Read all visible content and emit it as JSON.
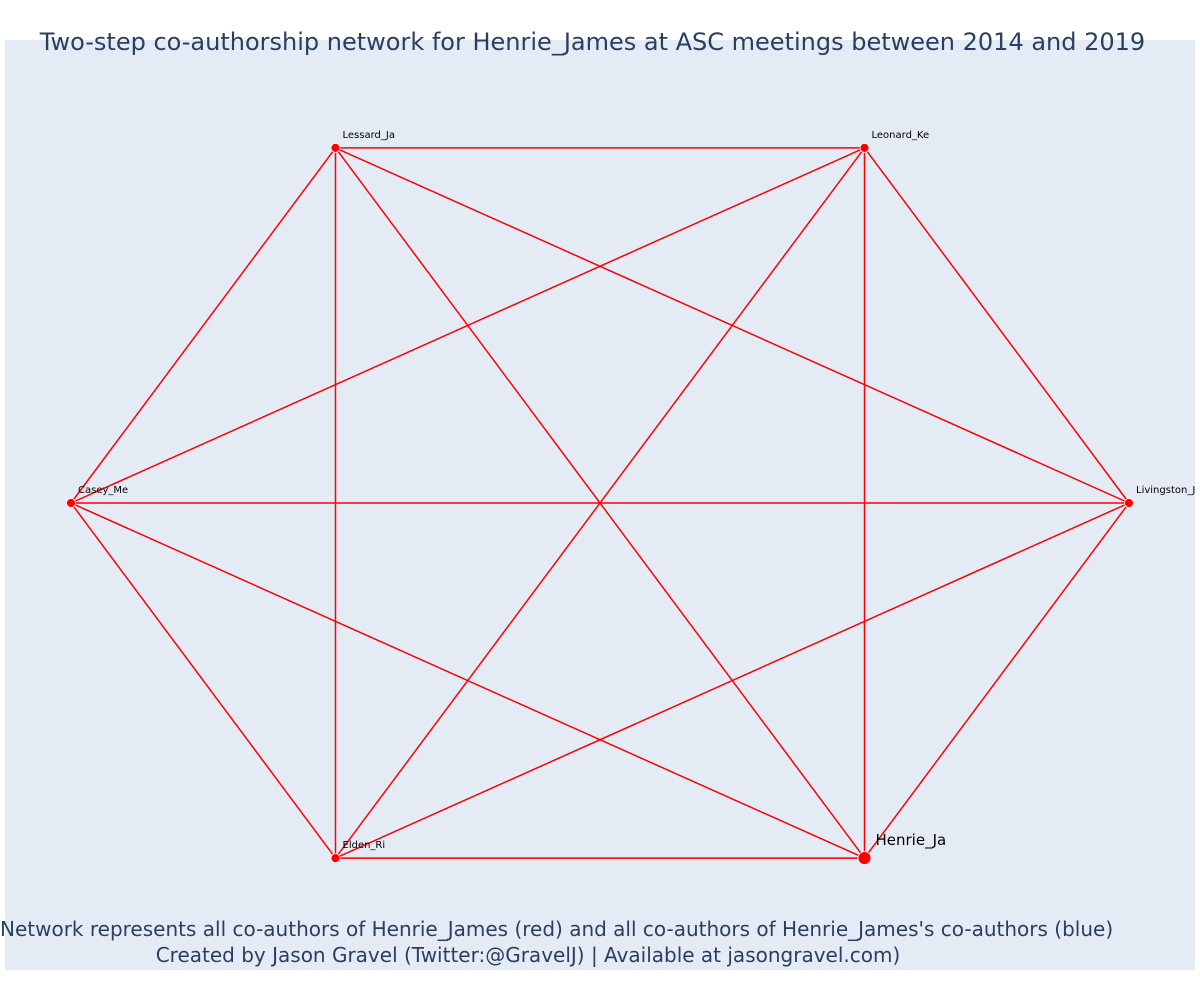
{
  "title": "Two-step co-authorship network for Henrie_James at ASC meetings between 2014 and 2019",
  "caption": {
    "line1": "Network represents all co-authors of Henrie_James (red) and all co-authors of Henrie_James's co-authors (blue)",
    "line2": "Created by Jason Gravel (Twitter:@GravelJ) | Available at jasongravel.com)"
  },
  "colors": {
    "edge": "#ff0000",
    "node": "#ff0000",
    "background": "#e5ebf5",
    "text": "#2a3f5f"
  },
  "network": {
    "nodes": [
      {
        "id": "Lessard_Ja",
        "label": "Lessard_Ja",
        "focal": false
      },
      {
        "id": "Leonard_Ke",
        "label": "Leonard_Ke",
        "focal": false
      },
      {
        "id": "Livingston_Je",
        "label": "Livingston_Je",
        "focal": false
      },
      {
        "id": "Henrie_Ja",
        "label": "Henrie_Ja",
        "focal": true
      },
      {
        "id": "Elden_Ri",
        "label": "Elden_Ri",
        "focal": false
      },
      {
        "id": "Casey_Me",
        "label": "Casey_Me",
        "focal": false
      }
    ],
    "edges": [
      [
        "Lessard_Ja",
        "Leonard_Ke"
      ],
      [
        "Lessard_Ja",
        "Livingston_Je"
      ],
      [
        "Lessard_Ja",
        "Henrie_Ja"
      ],
      [
        "Lessard_Ja",
        "Elden_Ri"
      ],
      [
        "Lessard_Ja",
        "Casey_Me"
      ],
      [
        "Leonard_Ke",
        "Livingston_Je"
      ],
      [
        "Leonard_Ke",
        "Henrie_Ja"
      ],
      [
        "Leonard_Ke",
        "Elden_Ri"
      ],
      [
        "Leonard_Ke",
        "Casey_Me"
      ],
      [
        "Livingston_Je",
        "Henrie_Ja"
      ],
      [
        "Livingston_Je",
        "Elden_Ri"
      ],
      [
        "Livingston_Je",
        "Casey_Me"
      ],
      [
        "Henrie_Ja",
        "Elden_Ri"
      ],
      [
        "Henrie_Ja",
        "Casey_Me"
      ],
      [
        "Elden_Ri",
        "Casey_Me"
      ]
    ]
  }
}
